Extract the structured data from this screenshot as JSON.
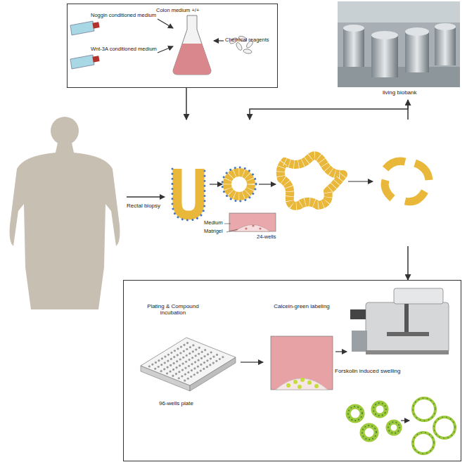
{
  "diagram": {
    "nodes": [
      {
        "text": [
          "Noggin conditioned medium",
          "Wnt-3A conditioned medium",
          "Colon medium +/+",
          "Chemical reagents"
        ]
      },
      {
        "text": [
          "living biobank"
        ]
      },
      {
        "text": [
          "Medium",
          "Matrigel",
          "24-wells"
        ]
      },
      {
        "text": [
          "Plating & Compound incubation",
          "96-wells plate",
          "Calcein-green labeling",
          "Forskolin induced swelling"
        ]
      }
    ],
    "edges": [
      {
        "from": 0,
        "to": 2,
        "arrow": "to"
      },
      {
        "from": 2,
        "to": 1,
        "arrow": "to"
      },
      {
        "from": 1,
        "to": 2,
        "arrow": "to"
      },
      {
        "from": 2,
        "to": 3,
        "arrow": "to"
      }
    ],
    "labels": [
      "Rectal biopsy"
    ]
  }
}
